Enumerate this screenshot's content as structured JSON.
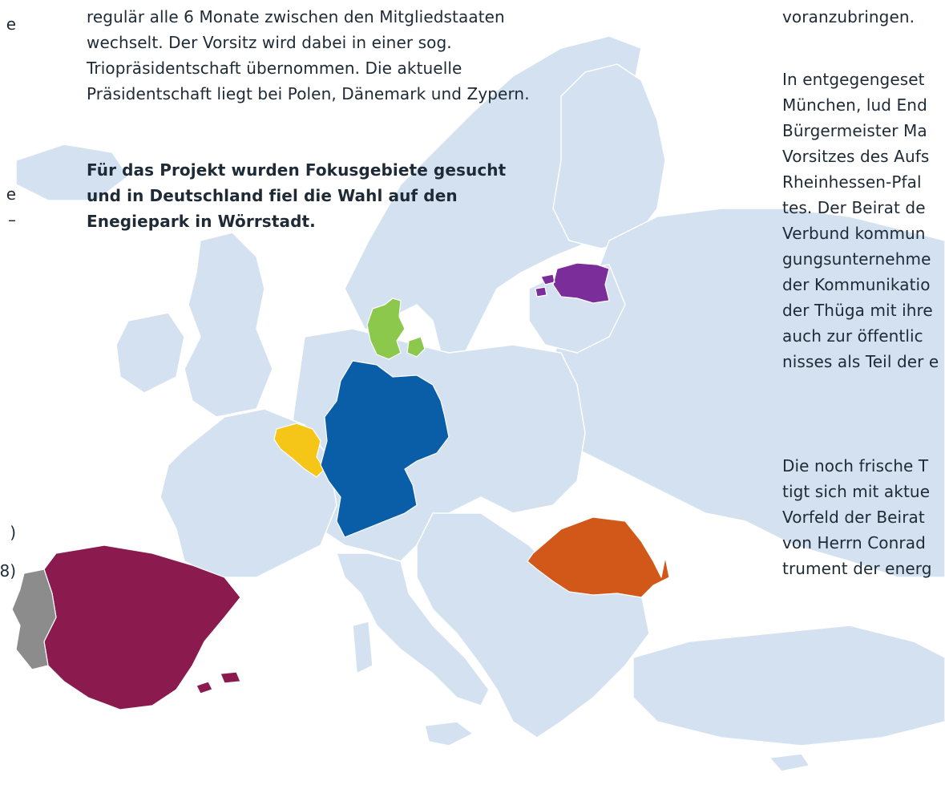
{
  "center_column": {
    "paragraph_1": [
      "regulär alle 6 Monate zwischen den Mitgliedstaaten",
      "wechselt. Der Vorsitz wird dabei in einer sog.",
      "Triopräsidentschaft übernommen. Die aktuelle",
      "Präsidentschaft liegt bei Polen, Dänemark und Zypern."
    ],
    "bold_paragraph": [
      "Für das Projekt wurden Fokusgebiete gesucht",
      "und in Deutschland fiel die Wahl auf den",
      "Enegiepark in Wörrstadt."
    ]
  },
  "right_column": {
    "line_top": "voranzubringen.",
    "paragraph_2": [
      "In entgegengeset",
      "München, lud End",
      "Bürgermeister Ma",
      "Vorsitzes des Aufs",
      "Rheinhessen-Pfal",
      "tes. Der Beirat de",
      "Verbund kommun",
      "gungsunternehme",
      "der Kommunikatio",
      "der Thüga mit ihre",
      "auch zur öffentlic",
      "nisses als Teil der e"
    ],
    "paragraph_3": [
      "Die noch frische T",
      "tigt sich mit aktue",
      "Vorfeld der Beirat",
      "von Herrn Conrad",
      "trument der energ"
    ]
  },
  "left_fragments": [
    "e",
    "e",
    "–",
    ")",
    "8)"
  ],
  "map": {
    "colors": {
      "background_land": "#d3e1f0",
      "border_lines": "#ffffff",
      "germany": "#0a5ea8",
      "denmark": "#8cc84b",
      "belgium": "#f5c518",
      "estonia": "#7b2d9a",
      "romania": "#d2581a",
      "spain": "#8b1a4f",
      "portugal": "#8c8c8c"
    }
  }
}
